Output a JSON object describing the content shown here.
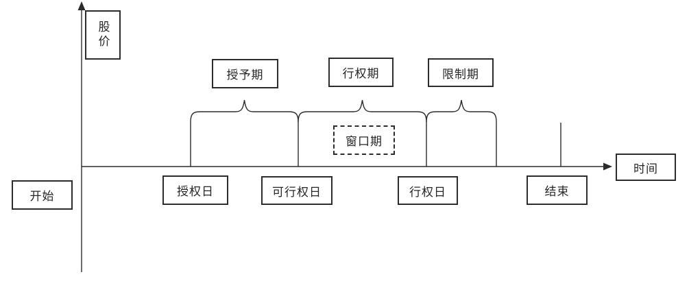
{
  "diagram": {
    "type": "timeline-schematic",
    "line_color": "#2b2b2b",
    "background_color": "#ffffff",
    "axes": {
      "y_label": "股价",
      "x_label": "时间"
    },
    "period_labels": {
      "grant_period": "授予期",
      "exercise_period": "行权期",
      "restriction_period": "限制期",
      "window_period": "窗口期"
    },
    "timeline_labels": {
      "start": "开始",
      "grant_date": "授权日",
      "exercisable_date": "可行权日",
      "exercise_date": "行权日",
      "end": "结束"
    }
  }
}
